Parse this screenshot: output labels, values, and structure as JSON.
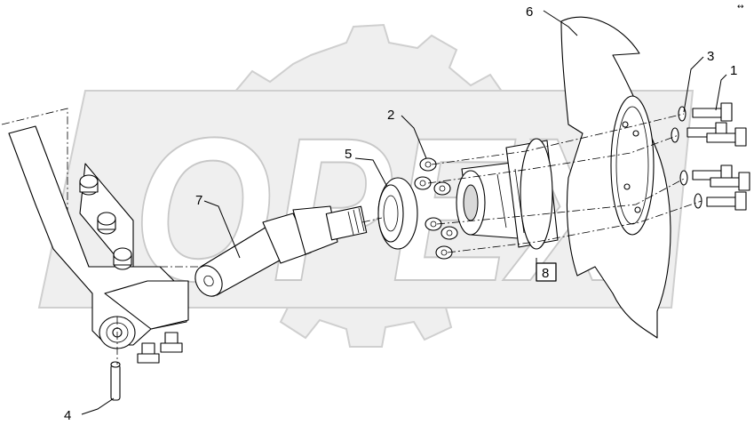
{
  "diagram": {
    "watermark_text": "OPEX",
    "corner_mark": "↔",
    "callouts": [
      {
        "id": "c1",
        "label": "1"
      },
      {
        "id": "c2",
        "label": "2"
      },
      {
        "id": "c3",
        "label": "3"
      },
      {
        "id": "c4",
        "label": "4"
      },
      {
        "id": "c5",
        "label": "5"
      },
      {
        "id": "c6",
        "label": "6"
      },
      {
        "id": "c7",
        "label": "7"
      },
      {
        "id": "c8",
        "label": "8",
        "boxed": true
      }
    ]
  }
}
